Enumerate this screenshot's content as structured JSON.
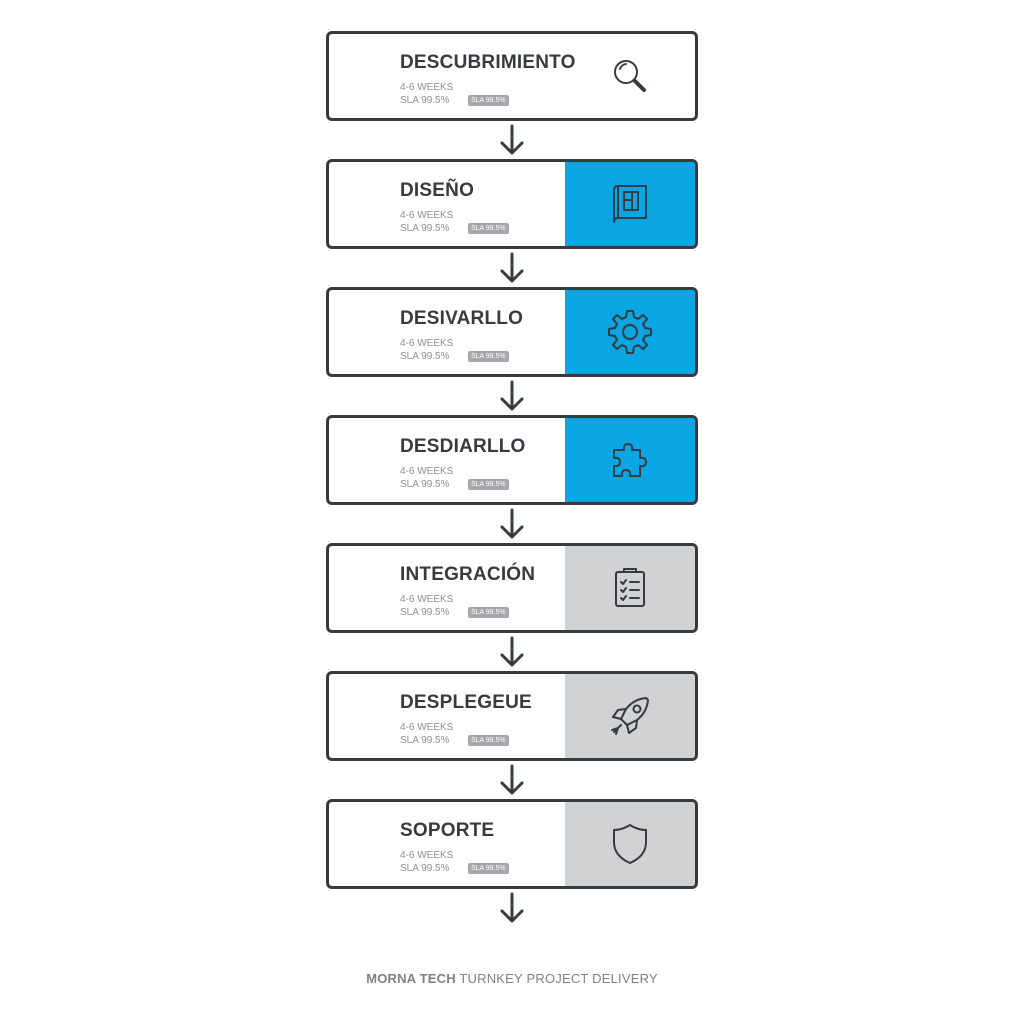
{
  "stages": [
    {
      "title": "DESCUBRIMIENTO",
      "duration": "4-6 WEEKS",
      "sla": "SLA 99.5%",
      "badge": "SLA 99.5%",
      "panel": "none",
      "icon": "magnifier-icon"
    },
    {
      "title": "DISEÑO",
      "duration": "4-6 WEEKS",
      "sla": "SLA 99.5%",
      "badge": "SLA 99.5%",
      "panel": "blue",
      "icon": "blueprint-icon"
    },
    {
      "title": "DESIVARLLO",
      "duration": "4-6 WEEKS",
      "sla": "SLA 99.5%",
      "badge": "SLA 99.5%",
      "panel": "blue",
      "icon": "gear-icon"
    },
    {
      "title": "DESDIARLLO",
      "duration": "4-6 WEEKS",
      "sla": "SLA 99.5%",
      "badge": "SLA 99.5%",
      "panel": "blue",
      "icon": "puzzle-icon"
    },
    {
      "title": "INTEGRACIÓN",
      "duration": "4-6 WEEKS",
      "sla": "SLA 99.5%",
      "badge": "SLA 99.5%",
      "panel": "gray",
      "icon": "clipboard-checklist-icon"
    },
    {
      "title": "DESPLEGEUE",
      "duration": "4-6 WEEKS",
      "sla": "SLA 99.5%",
      "badge": "SLA 99.5%",
      "panel": "gray",
      "icon": "rocket-icon"
    },
    {
      "title": "SOPORTE",
      "duration": "4-6 WEEKS",
      "sla": "SLA 99.5%",
      "badge": "SLA 99.5%",
      "panel": "gray",
      "icon": "shield-icon"
    }
  ],
  "colors": {
    "accent_blue": "#0aa5e3",
    "panel_gray": "#d0d2d3",
    "outline": "#353b41"
  },
  "footer": {
    "brand": "MORNA TECH",
    "tagline": "TURNKEY PROJECT DELIVERY"
  }
}
